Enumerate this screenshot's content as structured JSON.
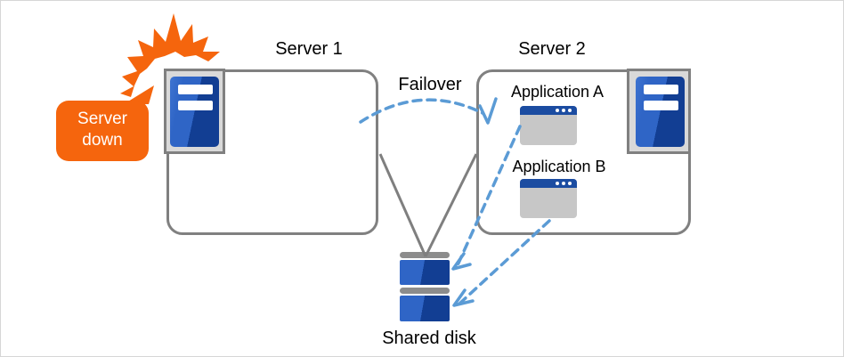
{
  "colors": {
    "orange": "#F5650D",
    "blue-dark": "#123E93",
    "blue-mid": "#2F65C6",
    "blue-light": "#3E74D1",
    "titlebar-blue": "#1B4CA1",
    "dash-blue": "#5B9BD5",
    "line-gray": "#7F7F7F",
    "border-gray": "#808080",
    "frame-gray": "#D9D9D9",
    "app-gray": "#C7C7C7",
    "cap-gray": "#8C8C8C"
  },
  "diagram": {
    "callout": {
      "text": "Server down"
    },
    "server1": {
      "label": "Server 1"
    },
    "server2": {
      "label": "Server 2"
    },
    "failover": {
      "label": "Failover"
    },
    "apps": [
      {
        "label": "Application A"
      },
      {
        "label": "Application B"
      }
    ],
    "shared_disk": {
      "label": "Shared disk"
    }
  }
}
